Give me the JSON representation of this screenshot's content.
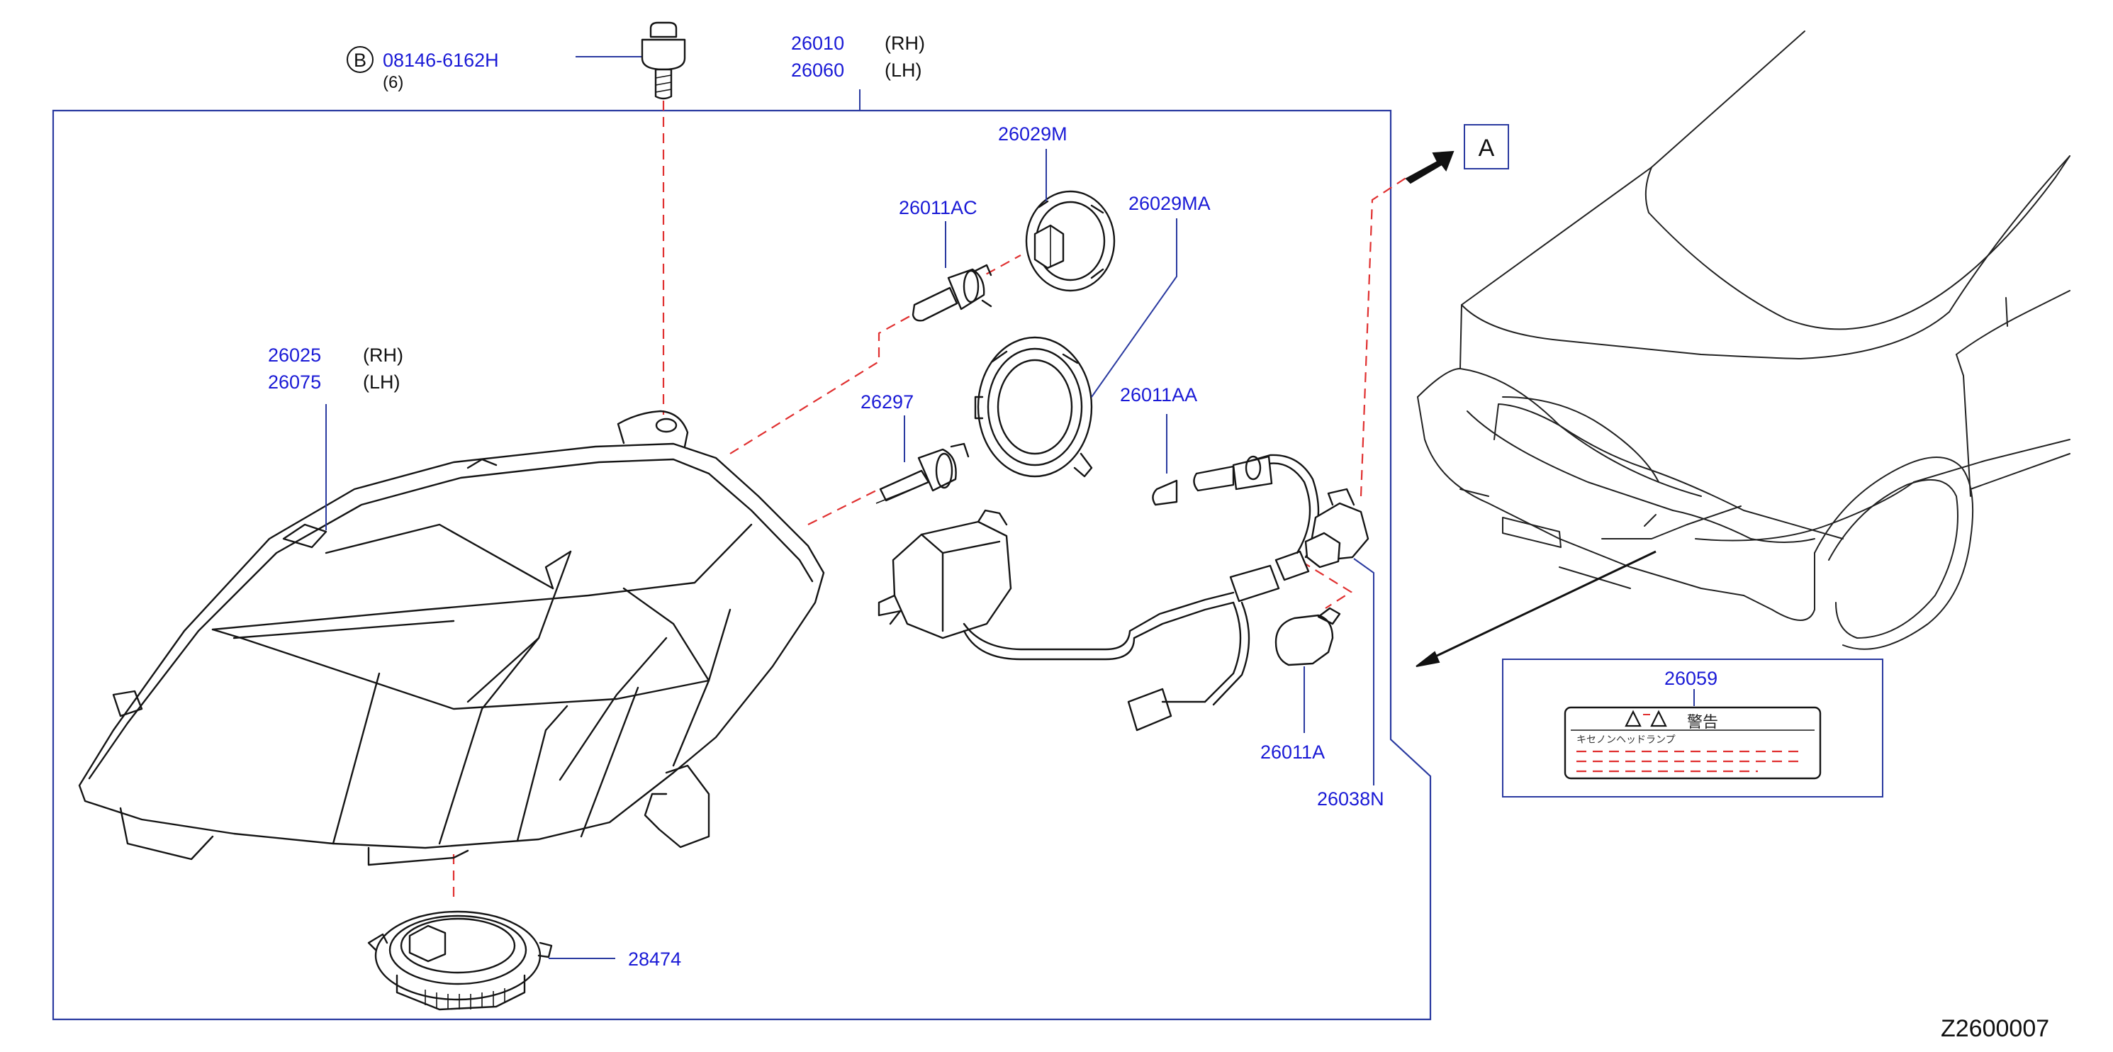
{
  "bolt": {
    "circle_letter": "B",
    "part_no": "08146-6162H",
    "qty": "(6)"
  },
  "assembly": {
    "rh_no": "26010",
    "rh": "(RH)",
    "lh_no": "26060",
    "lh": "(LH)"
  },
  "housing": {
    "rh_no": "26025",
    "rh": "(RH)",
    "lh_no": "26075",
    "lh": "(LH)"
  },
  "parts": {
    "cap_26029m": "26029M",
    "bulb_26011ac": "26011AC",
    "cap_26029ma": "26029MA",
    "bulb_26297": "26297",
    "bulb_26011aa": "26011AA",
    "bulb_26011a": "26011A",
    "socket_26038n": "26038N",
    "ballast_28474": "28474",
    "label_26059": "26059"
  },
  "ref_box": {
    "letter": "A"
  },
  "warning_label": {
    "title": "警告",
    "subtitle": "キセノンヘッドランプ"
  },
  "diagram_code": "Z2600007",
  "colors": {
    "part_number": "#1a1ad6",
    "callout_line": "#2a3aa0",
    "dashed_line": "#e03030",
    "drawing": "#151515"
  }
}
